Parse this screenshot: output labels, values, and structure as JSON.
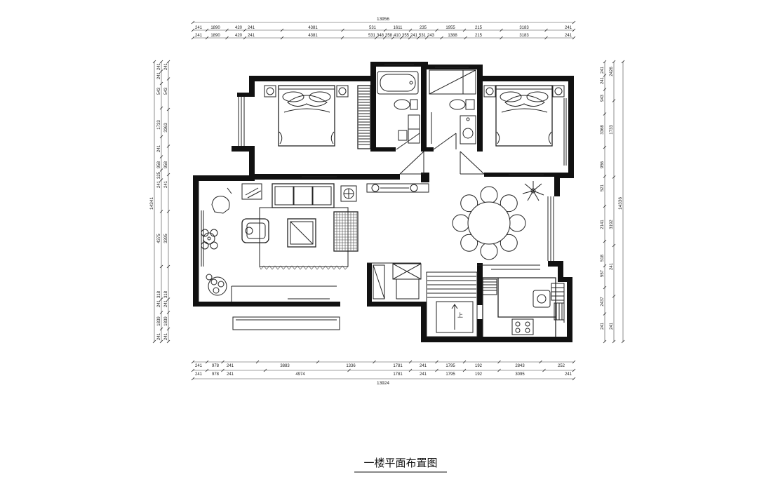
{
  "title": "一楼平面布置图",
  "labels": {
    "stair_up": "上"
  },
  "dimensions": {
    "top_total": "13956",
    "top_row1": [
      "241",
      "1890",
      "420",
      "241",
      "4381",
      "531",
      "1611",
      "235",
      "1955",
      "215",
      "3183",
      "241"
    ],
    "top_row2": [
      "241",
      "1890",
      "420",
      "241",
      "4381",
      "531",
      "348",
      "358",
      "410",
      "355",
      "241",
      "531",
      "243",
      "1388",
      "215",
      "3183",
      "241"
    ],
    "bottom_row1": [
      "241",
      "978",
      "241",
      "3883",
      "1336",
      "1781",
      "241",
      "1795",
      "192",
      "2843",
      "252"
    ],
    "bottom_row2": [
      "241",
      "978",
      "241",
      "4974",
      "1781",
      "241",
      "1795",
      "192",
      "3095",
      "241"
    ],
    "bottom_total": "13924",
    "left_total": "14341",
    "left_row1": [
      "241",
      "241",
      "543",
      "1733",
      "241",
      "958",
      "325",
      "241",
      "4375",
      "318",
      "241",
      "1839",
      "241"
    ],
    "left_row2": [
      "241",
      "543",
      "3363",
      "958",
      "241",
      "3395",
      "318",
      "241",
      "1839",
      "241"
    ],
    "right_row1": [
      "241",
      "241",
      "943",
      "3368",
      "956",
      "521",
      "2141",
      "518",
      "557",
      "2437",
      "241"
    ],
    "right_row2": [
      "2426",
      "1733",
      "3192",
      "241",
      "241"
    ],
    "right_total": "14336"
  }
}
